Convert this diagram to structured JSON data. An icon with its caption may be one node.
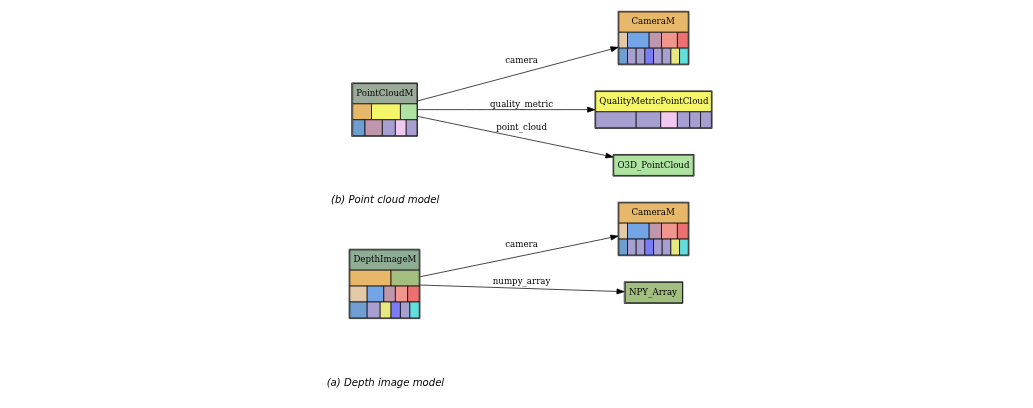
{
  "diagram": {
    "nodes": [
      {
        "text": [
          "DepthImageM"
        ]
      },
      {
        "text": [
          "CameraM"
        ]
      },
      {
        "text": [
          "NPY_Array"
        ]
      },
      {
        "text": [
          "PointCloudM"
        ]
      },
      {
        "text": [
          "CameraM"
        ]
      },
      {
        "text": [
          "QualityMetricPointCloud"
        ]
      },
      {
        "text": [
          "O3D_PointCloud"
        ]
      }
    ],
    "edges": [
      {
        "from": 0,
        "to": 1,
        "arrow": "to",
        "label": "camera"
      },
      {
        "from": 0,
        "to": 2,
        "arrow": "to",
        "label": "numpy_array"
      },
      {
        "from": 3,
        "to": 4,
        "arrow": "to",
        "label": "camera"
      },
      {
        "from": 3,
        "to": 5,
        "arrow": "to",
        "label": "quality_metric"
      },
      {
        "from": 3,
        "to": 6,
        "arrow": "to",
        "label": "point_cloud"
      }
    ],
    "labels": [
      "(a) Depth image model",
      "(b) Point cloud model"
    ]
  }
}
